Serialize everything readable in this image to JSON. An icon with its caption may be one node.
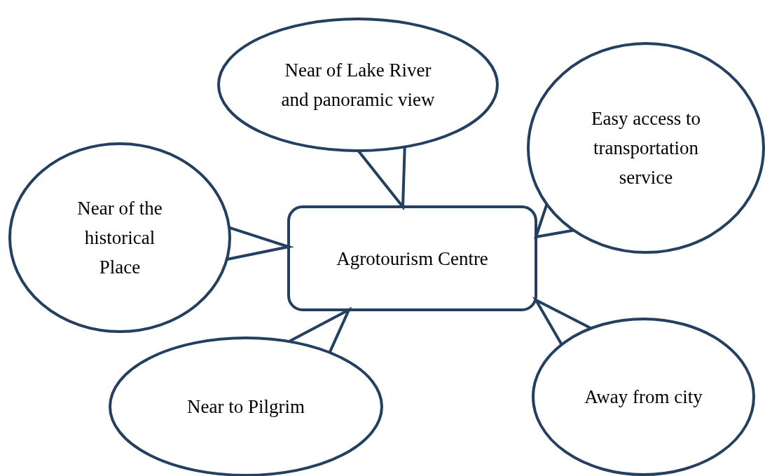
{
  "diagram": {
    "nodes": [
      {
        "text": [
          "Near of Lake River and panoramic view"
        ]
      },
      {
        "text": [
          "Easy access to transportation service"
        ]
      },
      {
        "text": [
          "Near of the historical Place"
        ]
      },
      {
        "text": [
          "Agrotourism Centre"
        ]
      },
      {
        "text": [
          "Near to Pilgrim"
        ]
      },
      {
        "text": [
          "Away from city"
        ]
      }
    ],
    "edges": [
      {
        "from": 0,
        "to": 3,
        "arrow": "none"
      },
      {
        "from": 1,
        "to": 3,
        "arrow": "none"
      },
      {
        "from": 2,
        "to": 3,
        "arrow": "none"
      },
      {
        "from": 4,
        "to": 3,
        "arrow": "none"
      },
      {
        "from": 5,
        "to": 3,
        "arrow": "none"
      }
    ]
  }
}
